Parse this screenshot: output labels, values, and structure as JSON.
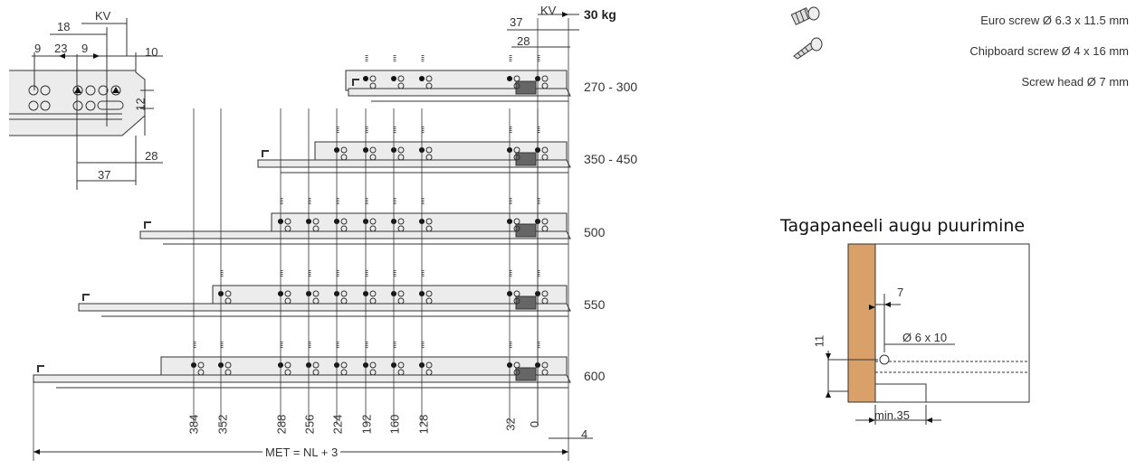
{
  "load": "30 kg",
  "top_dims": {
    "kv": "KV",
    "d37": "37",
    "d28": "28"
  },
  "detail": {
    "kv": "KV",
    "d18": "18",
    "d9a": "9",
    "d23": "23",
    "d9b": "9",
    "d10": "10",
    "d12": "12",
    "d28": "28",
    "d37": "37"
  },
  "drawer_ranges": [
    "270 - 300",
    "350 - 450",
    "500",
    "550",
    "600"
  ],
  "hole_positions": [
    "384",
    "352",
    "288",
    "256",
    "224",
    "192",
    "160",
    "128",
    "32",
    "0"
  ],
  "right_gap": "4",
  "met_formula": "MET = NL + 3",
  "legend": [
    {
      "icon": "euro-screw-icon",
      "text": "Euro screw Ø 6.3 x 11.5 mm"
    },
    {
      "icon": "chipboard-screw-icon",
      "text": "Chipboard screw Ø 4 x 16 mm"
    },
    {
      "icon": "",
      "text": "Screw head Ø 7 mm"
    }
  ],
  "back_panel": {
    "title": "Tagapaneeli augu puurimine",
    "d7": "7",
    "hole": "Ø 6 x 10",
    "d11": "11",
    "min": "min.35"
  },
  "colors": {
    "wood": "#d9a06a",
    "rail_fill": "#ececec",
    "stroke": "#333333"
  }
}
